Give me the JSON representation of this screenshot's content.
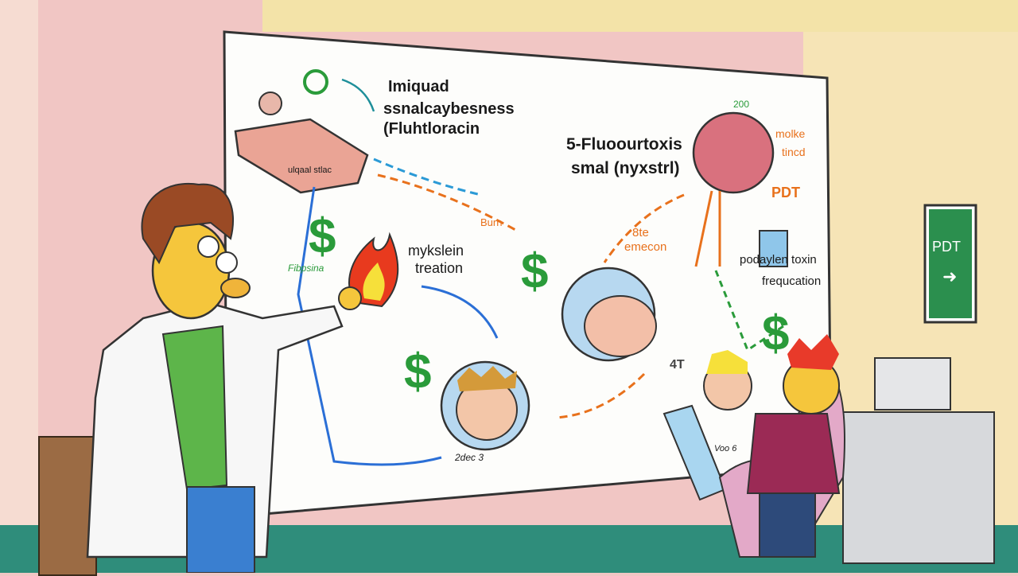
{
  "scene": {
    "colors": {
      "wall_left": "#f1c6c4",
      "wall_right": "#f6e4b6",
      "floor": "#2f8d7b",
      "board": "#fdfdfb",
      "accent_green": "#2a9b3a",
      "accent_orange": "#e8711c",
      "accent_blue": "#2b6fd6"
    }
  },
  "board": {
    "title_lines": [
      "Imiquad",
      "ssnalcaybesness",
      "(Fluhtloracin"
    ],
    "block_label": "ulqaal stlac",
    "burn_label": "Burn",
    "green_label": "Fibpsina",
    "flame_lines": [
      "mykslein",
      "treation"
    ],
    "center_lines": [
      "5-Fluoourtoxis",
      "smal (nyxstrl)"
    ],
    "top_small": "200",
    "side_orange": [
      "molke",
      "tincd"
    ],
    "pdt_label": "PDT",
    "orange_mid": [
      "8te",
      "emecon"
    ],
    "right_lines": [
      "podaylen toxin",
      "frequcation"
    ],
    "bottom_note": "2dec 3",
    "mid_note": "4T",
    "patient_note": "Voo 6",
    "icons": [
      "dollar-icon",
      "flame-icon",
      "skin-block-icon",
      "tumor-sphere-icon",
      "vial-icon"
    ]
  },
  "wall_sign": {
    "label": "PDT"
  }
}
